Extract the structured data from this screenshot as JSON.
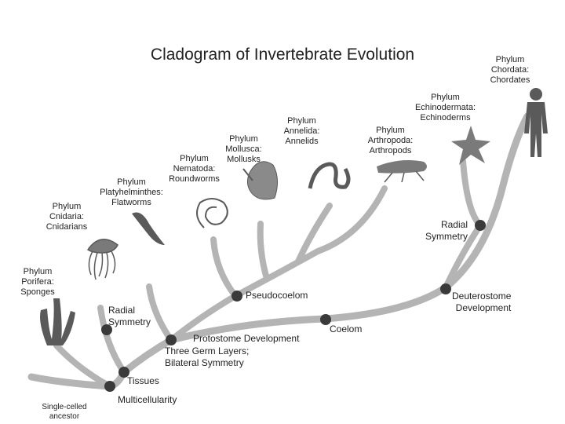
{
  "title": "Cladogram of Invertebrate Evolution",
  "root": {
    "line1": "Single-celled",
    "line2": "ancestor"
  },
  "phyla": {
    "porifera": [
      "Phylum",
      "Porifera:",
      "Sponges"
    ],
    "cnidaria": [
      "Phylum",
      "Cnidaria:",
      "Cnidarians"
    ],
    "platyhelminthes": [
      "Phylum",
      "Platyhelminthes:",
      "Flatworms"
    ],
    "nematoda": [
      "Phylum",
      "Nematoda:",
      "Roundworms"
    ],
    "mollusca": [
      "Phylum",
      "Mollusca:",
      "Mollusks"
    ],
    "annelida": [
      "Phylum",
      "Annelida:",
      "Annelids"
    ],
    "arthropoda": [
      "Phylum",
      "Arthropoda:",
      "Arthropods"
    ],
    "echinodermata": [
      "Phylum",
      "Echinodermata:",
      "Echinoderms"
    ],
    "chordata": [
      "Phylum",
      "Chordata:",
      "Chordates"
    ]
  },
  "traits": {
    "multicellularity": "Multicellularity",
    "tissues": "Tissues",
    "radial_symmetry_cnidaria": [
      "Radial",
      "Symmetry"
    ],
    "three_germ": [
      "Three Germ Layers;",
      "Bilateral Symmetry"
    ],
    "protostome": "Protostome Development",
    "pseudocoelom": "Pseudocoelom",
    "coelom": "Coelom",
    "deuterostome": [
      "Deuterostome",
      "Development"
    ],
    "radial_symmetry_echino": [
      "Radial",
      "Symmetry"
    ]
  },
  "colors": {
    "branch": "#b4b4b4",
    "node": "#3a3a3a",
    "organism": "#5a5a5a"
  }
}
